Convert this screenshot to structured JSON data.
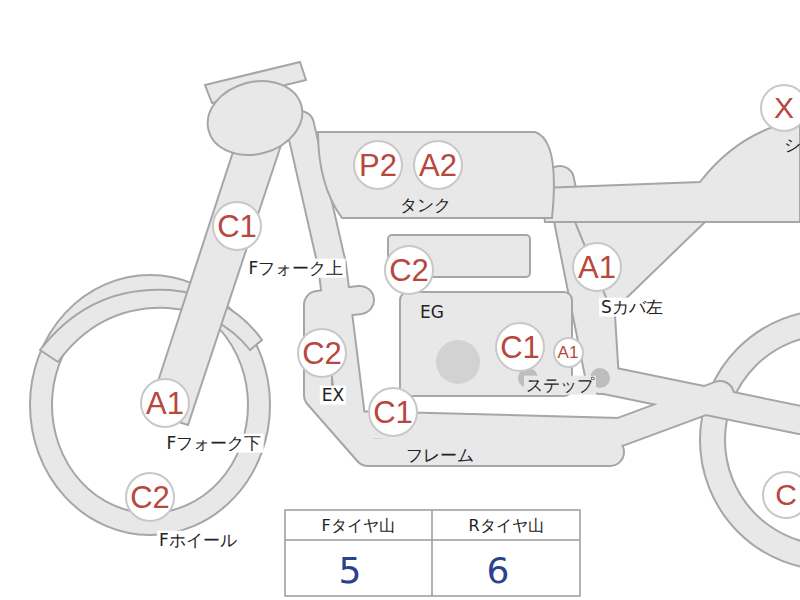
{
  "diagram": {
    "nodes": [
      {
        "text": [
          "X"
        ]
      },
      {
        "text": [
          "P2"
        ]
      },
      {
        "text": [
          "A2"
        ]
      },
      {
        "text": [
          "C1"
        ]
      },
      {
        "text": [
          "A1"
        ]
      },
      {
        "text": [
          "C2"
        ]
      },
      {
        "text": [
          "C1"
        ]
      },
      {
        "text": [
          "A1"
        ]
      },
      {
        "text": [
          "C2"
        ]
      },
      {
        "text": [
          "A1"
        ]
      },
      {
        "text": [
          "C1"
        ]
      },
      {
        "text": [
          "C2"
        ]
      },
      {
        "text": [
          "C"
        ]
      }
    ],
    "labels": [
      "シ",
      "タンク",
      "Fフォーク上",
      "EG",
      "Sカバ左",
      "EX",
      "ステップ",
      "Fフォーク下",
      "フレーム",
      "Fホイール",
      "Fタイヤ山",
      "Rタイヤ山",
      "5",
      "6"
    ]
  }
}
